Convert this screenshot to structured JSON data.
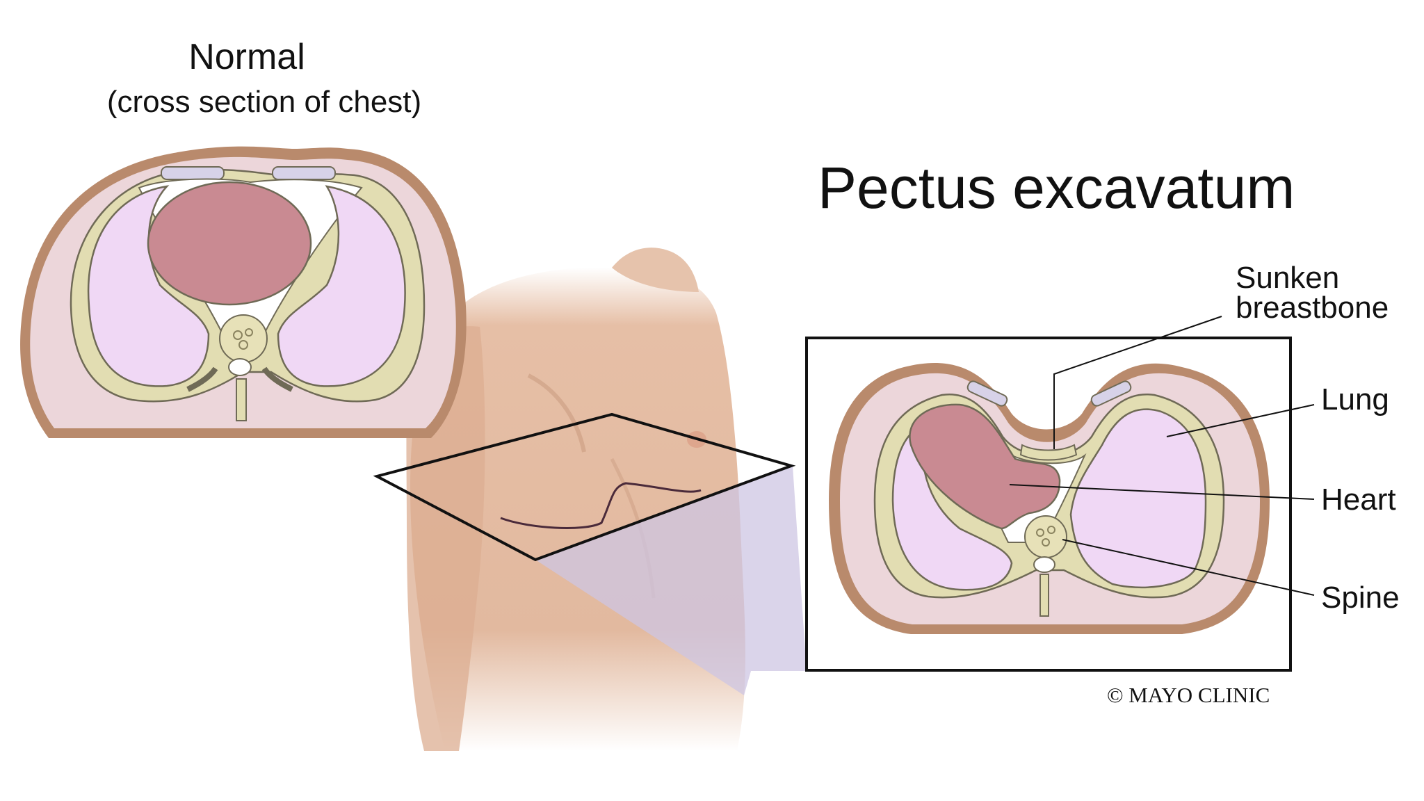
{
  "normal": {
    "title": "Normal",
    "subtitle": "(cross section of chest)"
  },
  "pectus": {
    "title": "Pectus excavatum",
    "labels": {
      "sunken_breastbone": "Sunken\nbreastbone",
      "lung": "Lung",
      "heart": "Heart",
      "spine": "Spine"
    }
  },
  "copyright": "© MAYO CLINIC",
  "colors": {
    "skin_outer": "#b98a6c",
    "fat_layer": "#ecd6da",
    "rib": "#e2ddb2",
    "cartilage": "#d7d2e8",
    "lung": "#f0d8f5",
    "heart": "#c98a92",
    "spine": "#e7e1b8",
    "torso_skin": "#e7c2aa",
    "highlight_projection": "#cec6e3"
  }
}
